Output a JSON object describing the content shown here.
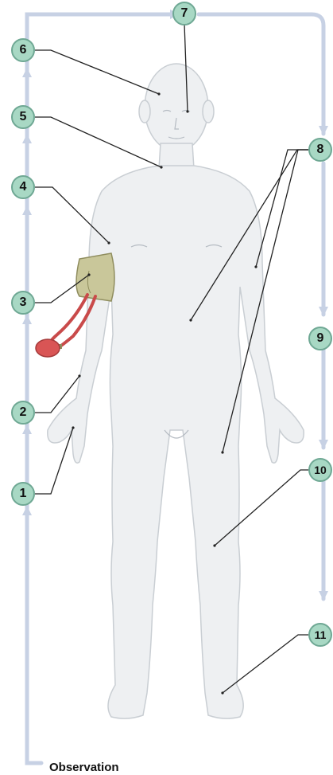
{
  "badges": [
    "1",
    "2",
    "3",
    "4",
    "5",
    "6",
    "7",
    "8",
    "9",
    "10",
    "11"
  ],
  "caption": "Observation",
  "colors": {
    "loop_arrow": "#c7d1e4",
    "badge_fill": "#a8d8c4",
    "badge_border": "#6fa894",
    "body_fill": "#eef0f2",
    "body_outline": "#c9ced3",
    "cuff": "#c9c79a",
    "tube": "#c94a4a",
    "bulb": "#d95555"
  },
  "icons": [
    "human-body-figure",
    "blood-pressure-cuff-icon"
  ]
}
